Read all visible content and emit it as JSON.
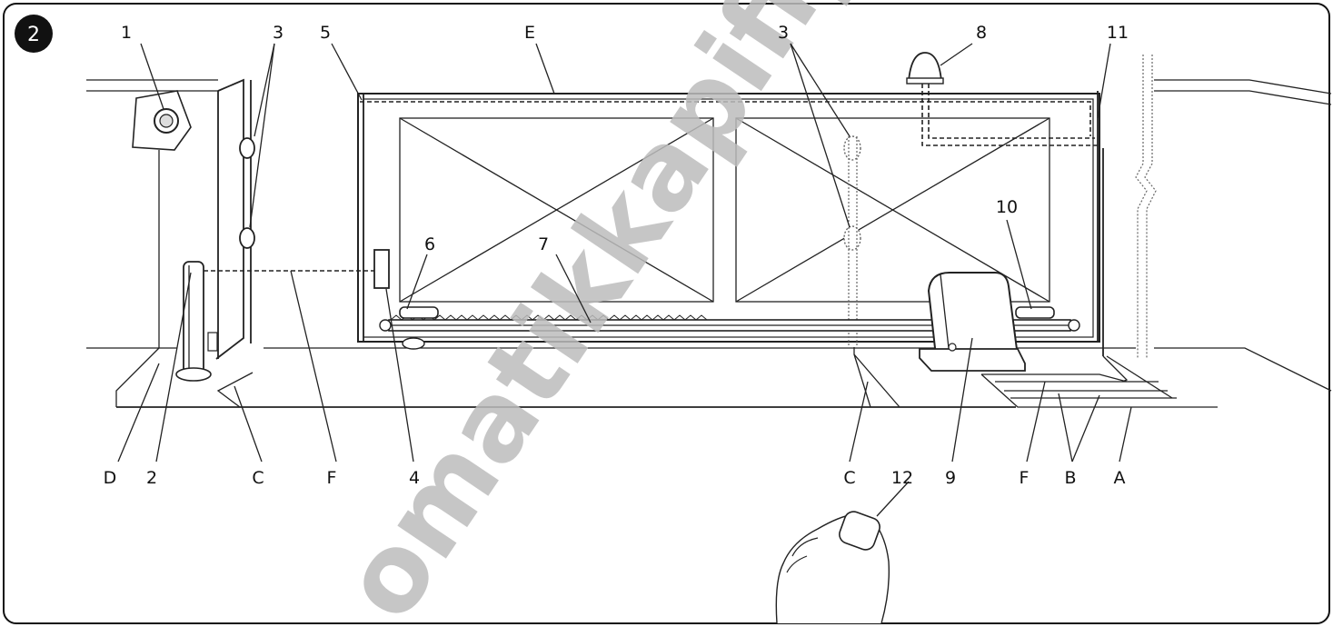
{
  "figure": {
    "number": "2",
    "labels": {
      "n1": "1",
      "n2": "2",
      "n3a": "3",
      "n3b": "3",
      "n4": "4",
      "n5": "5",
      "n6": "6",
      "n7": "7",
      "n8": "8",
      "n9": "9",
      "n10": "10",
      "n11": "11",
      "n12": "12",
      "A": "A",
      "B": "B",
      "Ca": "C",
      "Cb": "C",
      "D": "D",
      "E": "E",
      "Fa": "F",
      "Fb": "F"
    }
  },
  "watermark": {
    "text": "omatikkapifiyatlari"
  }
}
